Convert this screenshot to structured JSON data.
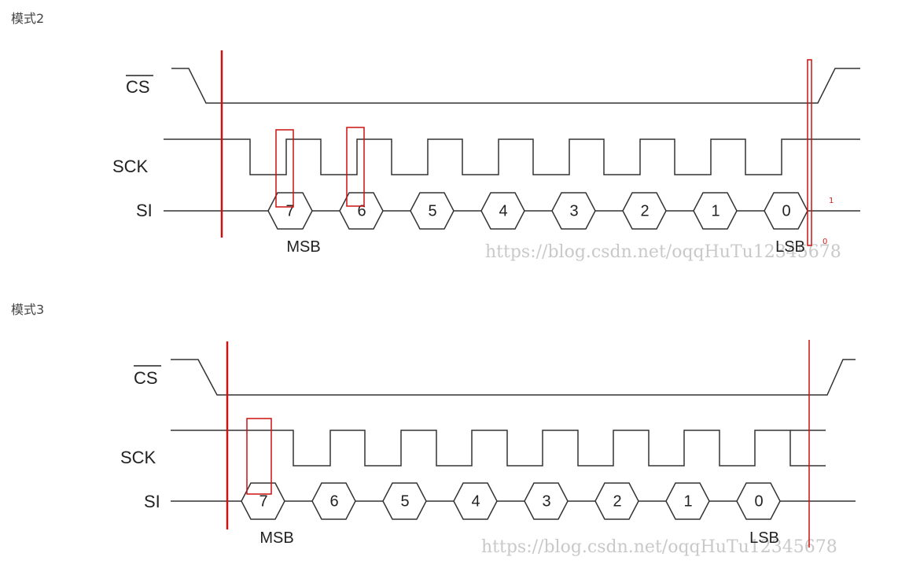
{
  "sections": [
    {
      "label": "模式2",
      "signals": {
        "cs": "CS",
        "sck": "SCK",
        "si": "SI"
      },
      "bits": [
        "7",
        "6",
        "5",
        "4",
        "3",
        "2",
        "1",
        "0"
      ],
      "msb": "MSB",
      "lsb": "LSB",
      "watermark": "https://blog.csdn.net/oqqHuTu12345678",
      "annotations": [
        "1",
        "0"
      ]
    },
    {
      "label": "模式3",
      "signals": {
        "cs": "CS",
        "sck": "SCK",
        "si": "SI"
      },
      "bits": [
        "7",
        "6",
        "5",
        "4",
        "3",
        "2",
        "1",
        "0"
      ],
      "msb": "MSB",
      "lsb": "LSB",
      "watermark": "https://blog.csdn.net/oqqHuTu12345678"
    }
  ],
  "colors": {
    "trace": "#333333",
    "marker": "#cc1111"
  }
}
